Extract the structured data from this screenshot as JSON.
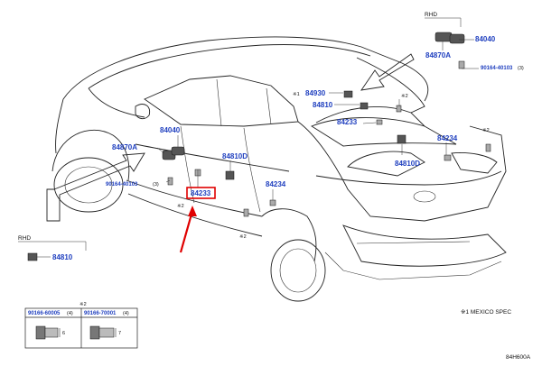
{
  "labels": {
    "rhd_top": "RHD",
    "rhd_left": "RHD",
    "pn_84040_top": "84040",
    "pn_84870a_top": "84870A",
    "pn_90164_top": "90164-40103",
    "pn_90164_top_qty": "(3)",
    "pn_84930": "84930",
    "pn_84930_mark": "※1",
    "pn_84810_top": "84810",
    "pn_84233_top": "84233",
    "pn_84234_right": "84234",
    "pn_84810d_right": "84810D",
    "pn_84040_left": "84040",
    "pn_84870a_left": "84870A",
    "pn_84810d_mid": "84810D",
    "pn_90164_left": "90164-40103",
    "pn_90164_left_qty": "(3)",
    "pn_84233_highlight": "84233",
    "pn_84234_mid": "84234",
    "pn_84810_rhd": "84810",
    "mark_2_a": "※2",
    "mark_2_b": "※2",
    "mark_2_c": "※2",
    "mark_2_d": "※2",
    "legend_mark": "※2",
    "legend_p1": "90166-60005",
    "legend_p1_qty": "(4)",
    "legend_p2": "90166-70001",
    "legend_p2_qty": "(4)",
    "legend_dim_1": "6",
    "legend_dim_2": "7",
    "footnote": "※1 MEXICO SPEC",
    "diagram_code": "84H600A"
  },
  "colors": {
    "part_number": "#1f3fbf",
    "highlight": "#e00000",
    "line": "#222222"
  }
}
